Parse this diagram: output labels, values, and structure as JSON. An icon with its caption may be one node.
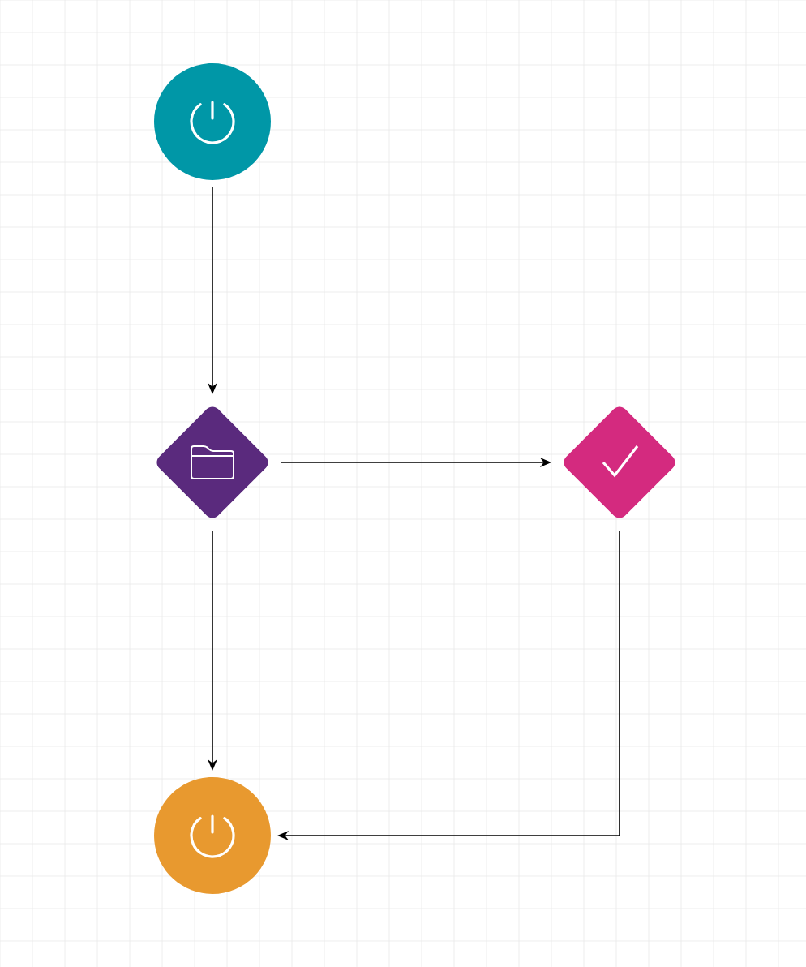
{
  "diagram": {
    "nodes": [
      {
        "text": [],
        "shape": "circle"
      },
      {
        "text": [],
        "shape": "diamond"
      },
      {
        "text": [],
        "shape": "diamond"
      },
      {
        "text": [],
        "shape": "circle"
      }
    ],
    "edges": [
      {
        "from": 0,
        "to": 1,
        "arrow": "to"
      },
      {
        "from": 1,
        "to": 2,
        "arrow": "to"
      },
      {
        "from": 1,
        "to": 3,
        "arrow": "to"
      },
      {
        "from": 2,
        "to": 3,
        "arrow": "to"
      }
    ]
  }
}
